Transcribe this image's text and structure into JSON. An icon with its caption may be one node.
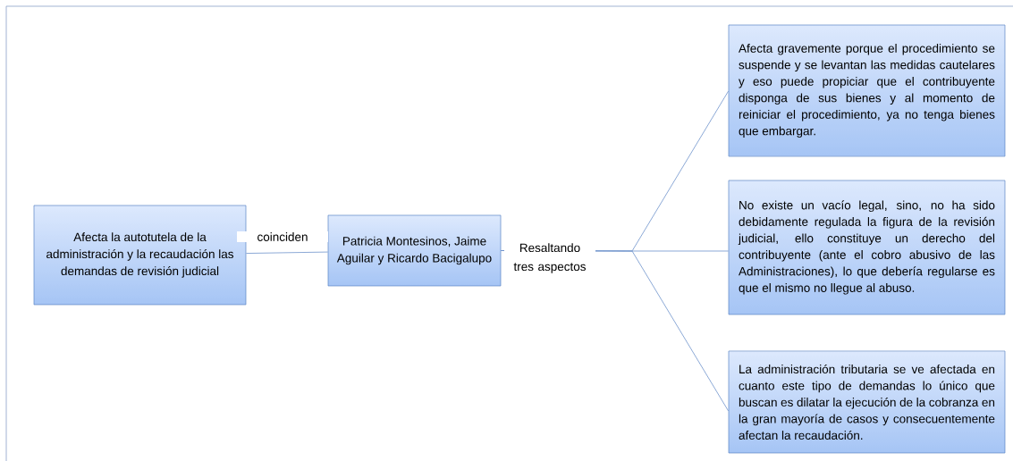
{
  "diagram": {
    "nodes": [
      {
        "text": [
          "Afecta la autotutela de la administración y la recaudación las demandas de revisión judicial"
        ]
      },
      {
        "text": [
          "Patricia Montesinos, Jaime Aguilar y Ricardo Bacigalupo"
        ]
      },
      {
        "text": [
          "Afecta gravemente porque el procedimiento se suspende y se levantan las medidas cautelares y eso puede propiciar que el contribuyente disponga de sus bienes y al momento de reiniciar el procedimiento, ya no tenga bienes que embargar."
        ]
      },
      {
        "text": [
          "No existe un vacío legal, sino, no ha sido debidamente regulada la figura de la revisión judicial, ello constituye un derecho del contribuyente (ante el cobro abusivo de las Administraciones), lo que debería regularse es que el mismo no llegue al abuso."
        ]
      },
      {
        "text": [
          "La administración tributaria se ve afectada en cuanto este tipo de demandas lo único que buscan es dilatar la ejecución de la cobranza en la gran mayoría de casos y consecuentemente afectan la recaudación."
        ]
      }
    ],
    "edges": [
      {
        "from": 0,
        "to": 1,
        "arrow": "none",
        "label": "coinciden"
      },
      {
        "from": 1,
        "to": 2,
        "arrow": "none"
      },
      {
        "from": 1,
        "to": 3,
        "arrow": "none",
        "label": "Resaltando tres aspectos"
      },
      {
        "from": 1,
        "to": 4,
        "arrow": "none"
      }
    ]
  }
}
